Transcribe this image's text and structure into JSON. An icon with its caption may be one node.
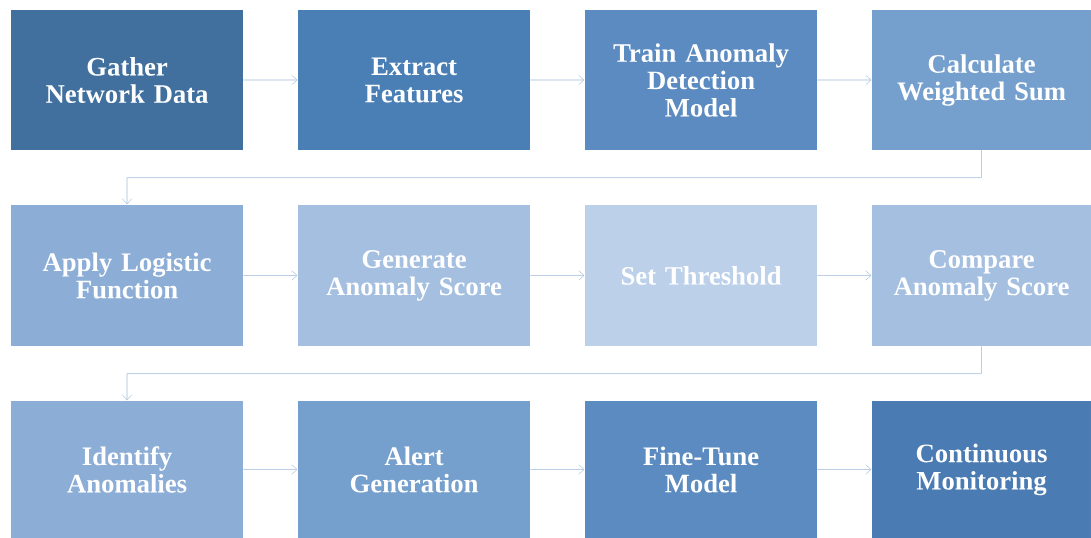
{
  "diagram": {
    "nodes": [
      {
        "text": [
          "Gather Network Data"
        ]
      },
      {
        "text": [
          "Extract Features"
        ]
      },
      {
        "text": [
          "Train Anomaly Detection Model"
        ]
      },
      {
        "text": [
          "Calculate Weighted Sum"
        ]
      },
      {
        "text": [
          "Apply Logistic Function"
        ]
      },
      {
        "text": [
          "Generate Anomaly Score"
        ]
      },
      {
        "text": [
          "Set Threshold"
        ]
      },
      {
        "text": [
          "Compare Anomaly Score"
        ]
      },
      {
        "text": [
          "Identify Anomalies"
        ]
      },
      {
        "text": [
          "Alert Generation"
        ]
      },
      {
        "text": [
          "Fine-Tune Model"
        ]
      },
      {
        "text": [
          "Continuous Monitoring"
        ]
      }
    ],
    "edges": [
      {
        "from": 0,
        "to": 1,
        "arrow": "to"
      },
      {
        "from": 1,
        "to": 2,
        "arrow": "to"
      },
      {
        "from": 2,
        "to": 3,
        "arrow": "to"
      },
      {
        "from": 3,
        "to": 4,
        "arrow": "to"
      },
      {
        "from": 4,
        "to": 5,
        "arrow": "to"
      },
      {
        "from": 5,
        "to": 6,
        "arrow": "to"
      },
      {
        "from": 6,
        "to": 7,
        "arrow": "to"
      },
      {
        "from": 7,
        "to": 8,
        "arrow": "to"
      },
      {
        "from": 8,
        "to": 9,
        "arrow": "to"
      },
      {
        "from": 9,
        "to": 10,
        "arrow": "to"
      },
      {
        "from": 10,
        "to": 11,
        "arrow": "to"
      }
    ]
  }
}
